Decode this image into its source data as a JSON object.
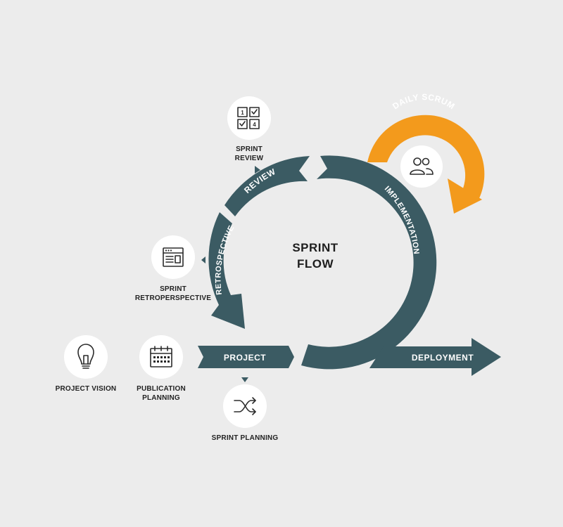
{
  "center": {
    "line1": "SPRINT",
    "line2": "FLOW"
  },
  "bands": {
    "review": "REVIEW",
    "retrospective": "RETROSPECTIVE",
    "implementation": "IMPLEMENTATION",
    "project": "PROJECT",
    "deployment": "DEPLOYMENT",
    "daily_scrum": "DAILY SCRUM"
  },
  "nodes": {
    "sprint_review": {
      "line1": "SPRINT",
      "line2": "REVIEW",
      "icon": "checklist-grid-icon"
    },
    "sprint_retro": {
      "line1": "SPRINT",
      "line2": "RETROPERSPECTIVE",
      "icon": "browser-window-icon"
    },
    "project_vision": {
      "line1": "PROJECT VISION",
      "icon": "lightbulb-icon"
    },
    "publication_planning": {
      "line1": "PUBLICATION",
      "line2": "PLANNING",
      "icon": "calendar-icon"
    },
    "sprint_planning": {
      "line1": "SPRINT PLANNING",
      "icon": "shuffle-icon"
    },
    "daily_scrum": {
      "icon": "people-icon"
    }
  },
  "colors": {
    "background": "#ececec",
    "teal": "#3b5b63",
    "orange": "#f39a1c",
    "white": "#ffffff"
  }
}
